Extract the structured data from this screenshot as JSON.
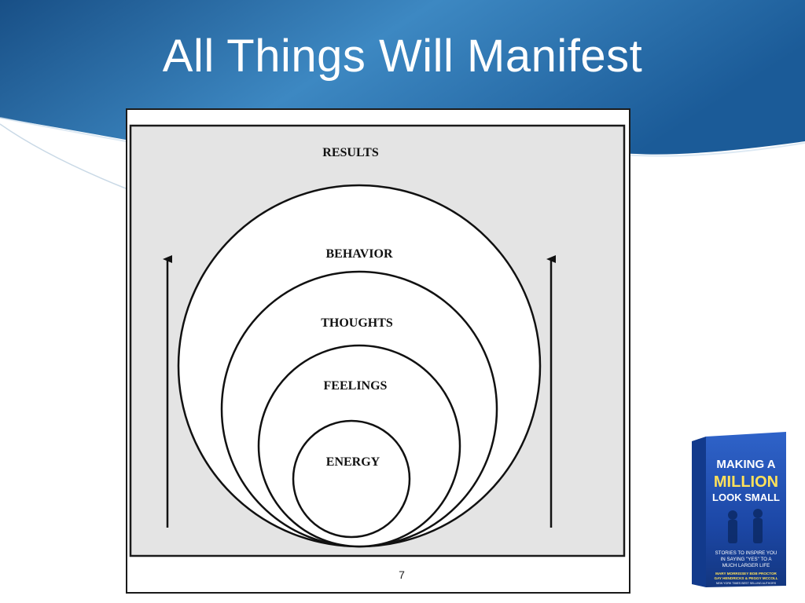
{
  "slide": {
    "title": "All Things Will Manifest",
    "page_number": "7"
  },
  "diagram": {
    "layers": [
      {
        "label": "RESULTS"
      },
      {
        "label": "BEHAVIOR"
      },
      {
        "label": "THOUGHTS"
      },
      {
        "label": "FEELINGS"
      },
      {
        "label": "ENERGY"
      }
    ]
  },
  "book": {
    "title_lines": [
      "MAKING A",
      "MILLION",
      "LOOK SMALL"
    ],
    "subtitle_lines": [
      "STORIES TO INSPIRE YOU",
      "IN SAYING \"YES\" TO A",
      "MUCH LARGER LIFE"
    ],
    "authors_lines": [
      "MARY MORRISSEY  BOB PROCTOR",
      "GAY HENDRICKS & PEGGY MCCOLL"
    ],
    "credit": "NEW YORK TIMES BEST SELLING AUTHORS"
  },
  "colors": {
    "header_blue": "#1f5f9a",
    "header_light": "#4f97cc",
    "panel_gray": "#e4e4e4",
    "book_blue": "#1d4fb0"
  }
}
